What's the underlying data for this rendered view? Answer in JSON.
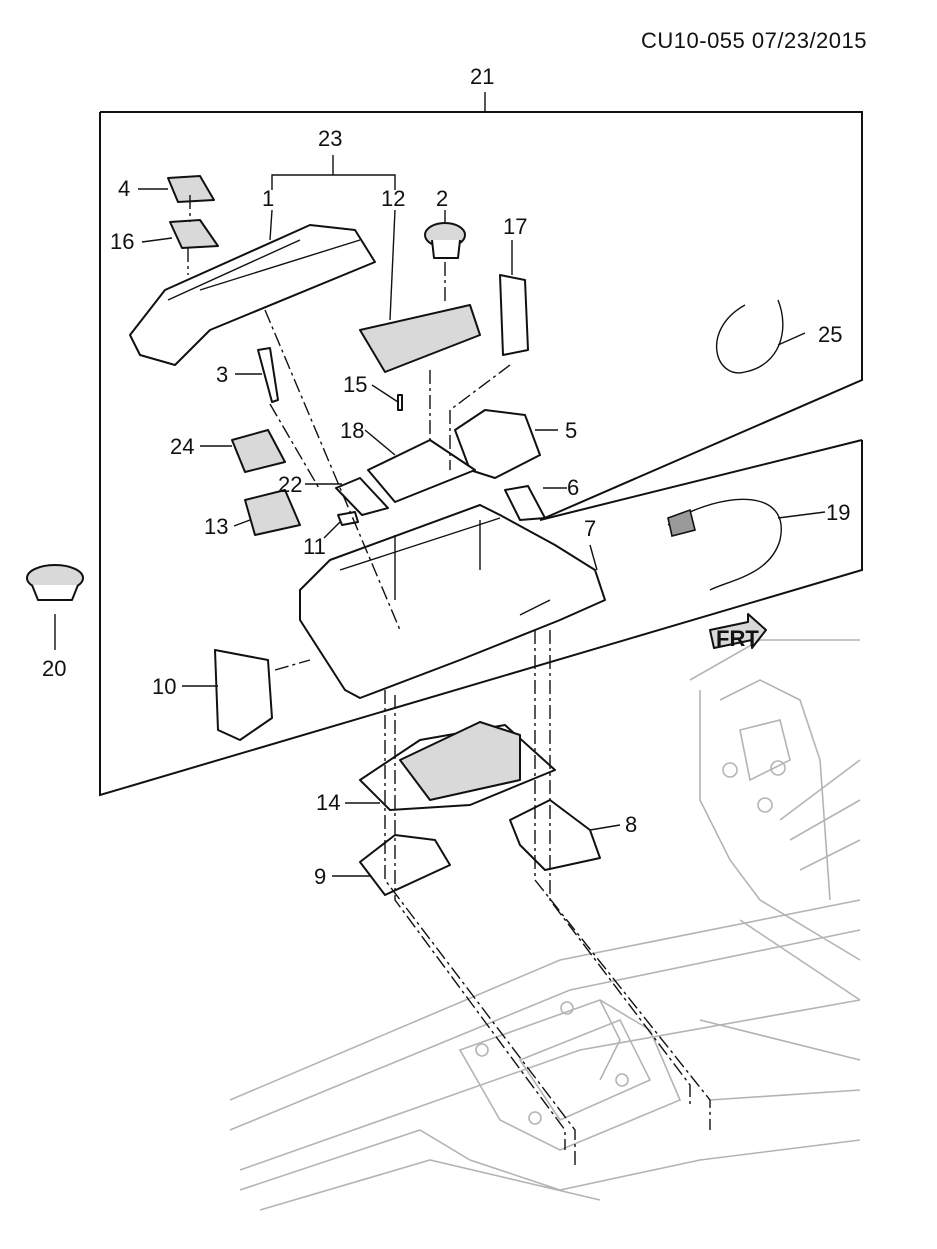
{
  "header": {
    "doc_ref": "CU10-055  07/23/2015"
  },
  "callouts": {
    "c1": "1",
    "c2": "2",
    "c3": "3",
    "c4": "4",
    "c5": "5",
    "c6": "6",
    "c7": "7",
    "c8": "8",
    "c9": "9",
    "c10": "10",
    "c11": "11",
    "c12": "12",
    "c13": "13",
    "c14": "14",
    "c15": "15",
    "c16": "16",
    "c17": "17",
    "c18": "18",
    "c19": "19",
    "c20": "20",
    "c21": "21",
    "c22": "22",
    "c23": "23",
    "c24": "24",
    "c25": "25"
  },
  "front_indicator": {
    "text": "FRT"
  },
  "colors": {
    "line": "#111111",
    "vehicle_body": "#b4b4b4",
    "part_fill": "#d9d9d9"
  }
}
